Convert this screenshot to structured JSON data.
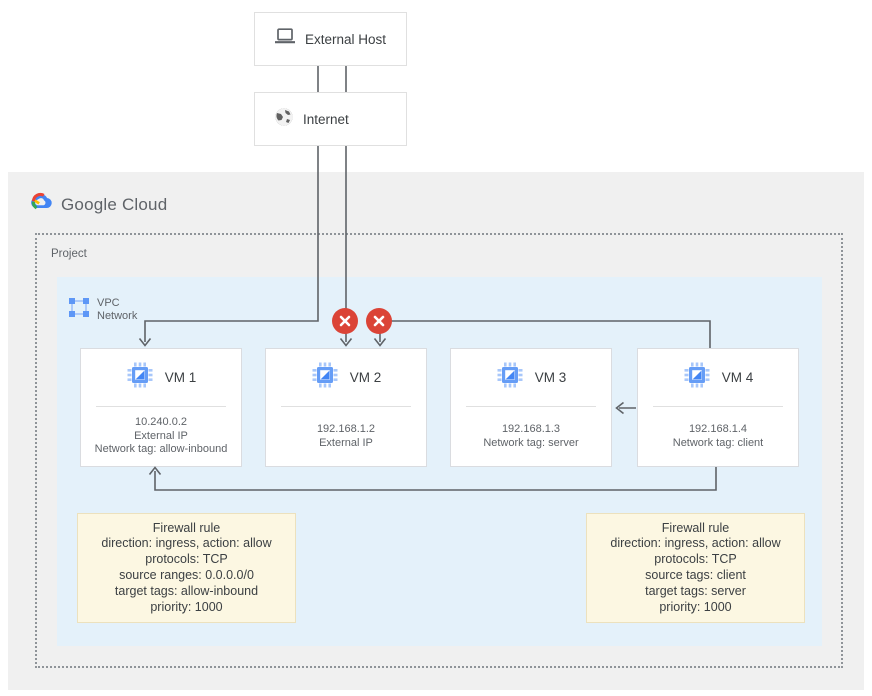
{
  "external_host": {
    "label": "External Host"
  },
  "internet": {
    "label": "Internet"
  },
  "brand": {
    "name": "Google Cloud"
  },
  "project": {
    "label": "Project"
  },
  "vpc": {
    "label_line1": "VPC",
    "label_line2": "Network"
  },
  "vms": [
    {
      "name": "VM 1",
      "details": [
        "10.240.0.2",
        "External IP",
        "Network tag: allow-inbound"
      ]
    },
    {
      "name": "VM 2",
      "details": [
        "192.168.1.2",
        "External IP"
      ]
    },
    {
      "name": "VM 3",
      "details": [
        "192.168.1.3",
        "Network tag: server"
      ]
    },
    {
      "name": "VM 4",
      "details": [
        "192.168.1.4",
        "Network tag: client"
      ]
    }
  ],
  "firewall_rules": [
    {
      "title": "Firewall rule",
      "lines": [
        "direction: ingress, action: allow",
        "protocols: TCP",
        "source ranges: 0.0.0.0/0",
        "target tags: allow-inbound",
        "priority: 1000"
      ]
    },
    {
      "title": "Firewall rule",
      "lines": [
        "direction: ingress, action: allow",
        "protocols: TCP",
        "source tags: client",
        "target tags: server",
        "priority: 1000"
      ]
    }
  ],
  "icons": {
    "blocked": "blocked-cross",
    "vm": "compute-chip",
    "vpc": "vpc-network",
    "external_host": "laptop",
    "internet": "globe"
  },
  "colors": {
    "gcp_background": "#f0f0f0",
    "vpc_background": "#e4f1fa",
    "firewall_fill": "#fcf7e2",
    "firewall_border": "#ece1bd",
    "blocked_red": "#db4437",
    "wire_gray": "#5f6368",
    "google_blue": "#4285f4",
    "google_red": "#ea4335",
    "google_yellow": "#fbbc04",
    "google_green": "#34a853"
  }
}
